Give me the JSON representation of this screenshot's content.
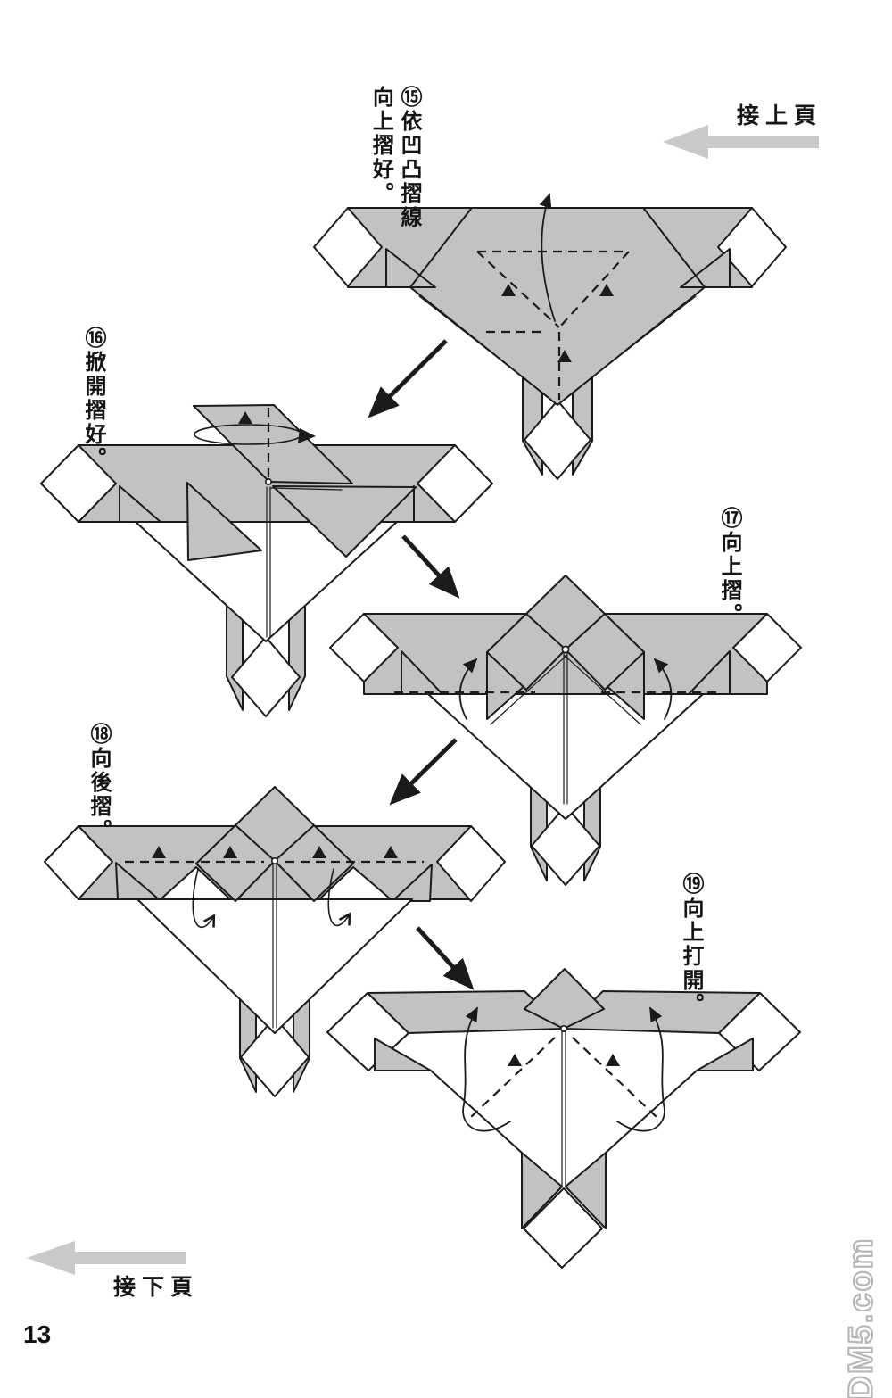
{
  "page": {
    "number": "13"
  },
  "nav": {
    "prev": {
      "label": "接上頁",
      "icon": "arrow-left-icon"
    },
    "next": {
      "label": "接下頁",
      "icon": "arrow-left-icon"
    }
  },
  "steps": {
    "s15": {
      "caption": "⑮依凹凸摺線\n向上摺好。"
    },
    "s16": {
      "caption": "⑯掀開摺好。"
    },
    "s17": {
      "caption": "⑰向上摺。"
    },
    "s18": {
      "caption": "⑱向後摺。"
    },
    "s19": {
      "caption": "⑲向上打開。"
    }
  },
  "watermark": {
    "text": "DM5.com"
  },
  "colors": {
    "bg": "#ffffff",
    "paper": "#c2c2c2",
    "ink": "#1b1b1b",
    "nav": "#c9c9c9",
    "wm": "#b3b3b3"
  }
}
